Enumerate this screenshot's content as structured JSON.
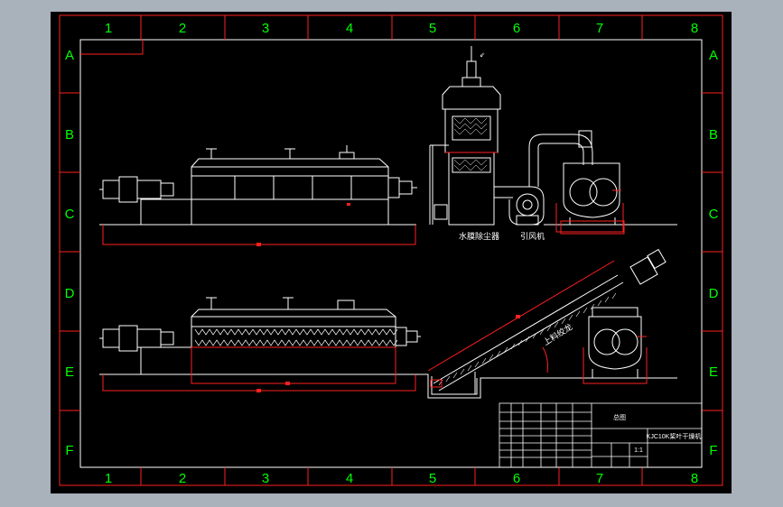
{
  "drawing": {
    "column_numbers": [
      "1",
      "2",
      "3",
      "4",
      "5",
      "6",
      "7",
      "8"
    ],
    "row_letters": [
      "A",
      "B",
      "C",
      "D",
      "E",
      "F"
    ],
    "annotations": {
      "scrubber": "水膜除尘器",
      "fan": "引风机",
      "inclined_conveyor": "上料绞龙"
    },
    "title_block": {
      "header": "总图",
      "drawing_no": "KJC10K桨叶干燥机",
      "scale": "1:1"
    },
    "colors": {
      "background": "#000000",
      "outline": "#ff0000",
      "grid_labels": "#00ff00",
      "linework": "#ffffff"
    }
  }
}
